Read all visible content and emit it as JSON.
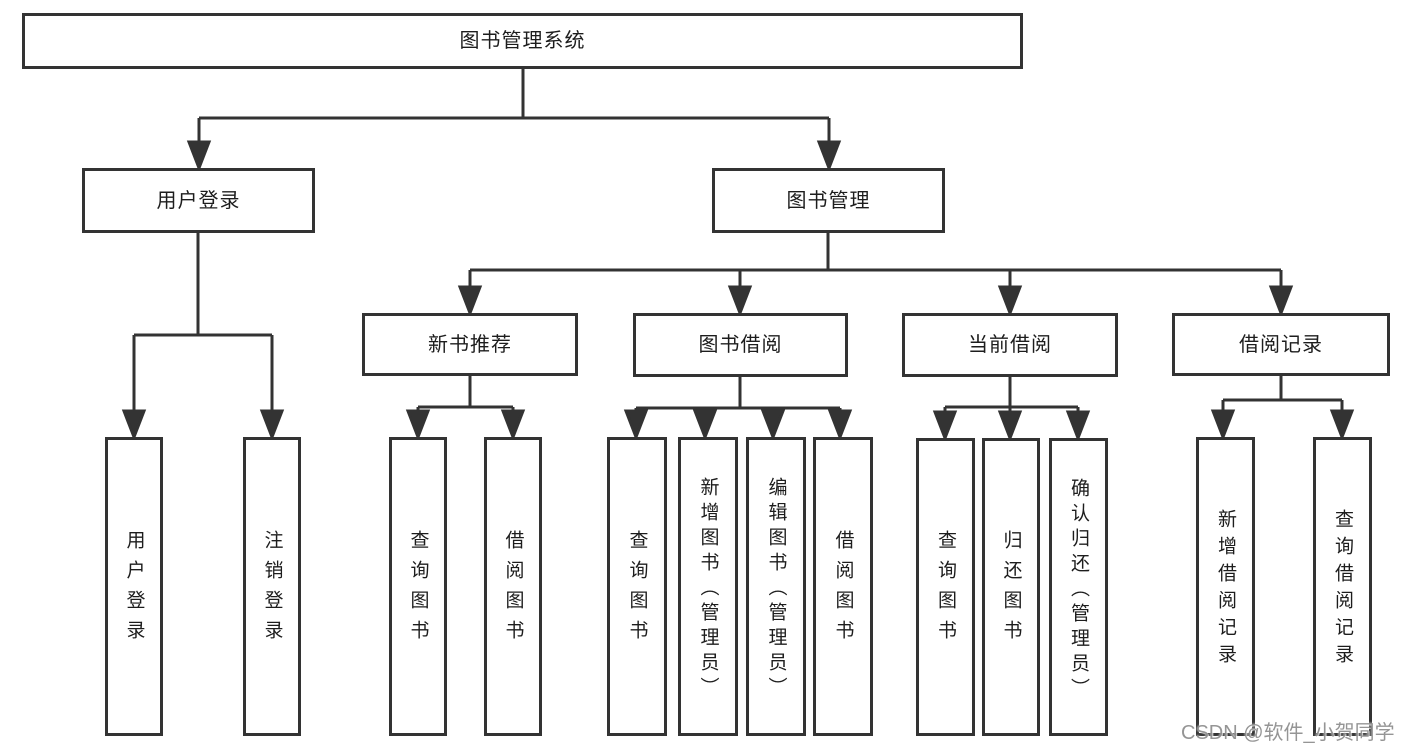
{
  "tree": {
    "root": {
      "label": "图书管理系统"
    },
    "children": [
      {
        "label": "用户登录",
        "leaves": [
          "用户登录",
          "注销登录"
        ]
      },
      {
        "label": "图书管理",
        "children": [
          {
            "label": "新书推荐",
            "leaves": [
              "查询图书",
              "借阅图书"
            ]
          },
          {
            "label": "图书借阅",
            "leaves": [
              "查询图书",
              "新增图书（管理员）",
              "编辑图书（管理员）",
              "借阅图书"
            ]
          },
          {
            "label": "当前借阅",
            "leaves": [
              "查询图书",
              "归还图书",
              "确认归还（管理员）"
            ]
          },
          {
            "label": "借阅记录",
            "leaves": [
              "新增借阅记录",
              "查询借阅记录"
            ]
          }
        ]
      }
    ]
  },
  "watermark": {
    "text": "CSDN @软件_小贺同学"
  },
  "colors": {
    "line": "#333333",
    "box_border": "#333333",
    "box_background": "#ffffff",
    "text": "#1d1d1d",
    "watermark": "#8c8c8c"
  }
}
